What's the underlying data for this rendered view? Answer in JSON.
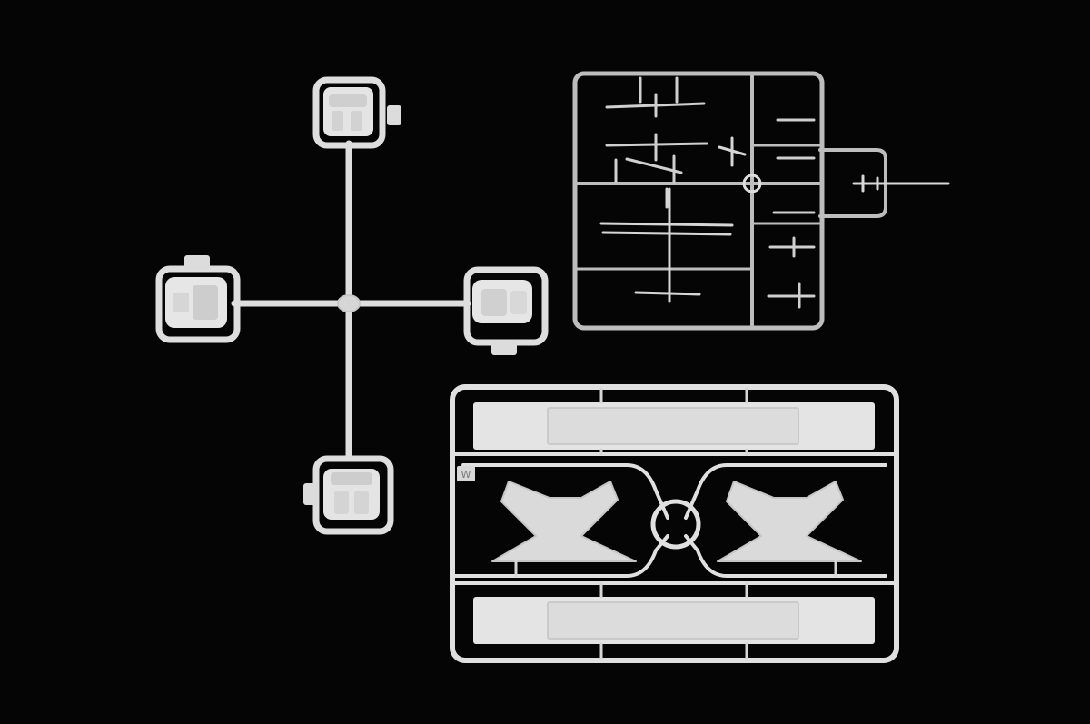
{
  "scene": {
    "background_color": "#050505",
    "white_plastic_color": "#e2e2e2",
    "white_plastic_shade": "#bdbdbd",
    "clear_plastic_color": "#c9c9c9",
    "clear_plastic_highlight": "#f2f2f2"
  },
  "sprues": {
    "white_cross": {
      "part_count": 4
    },
    "clear_aircraft": {
      "aircraft_count": 2,
      "propeller_count": 1
    },
    "white_frame": {
      "letter": "W",
      "panel_count": 2,
      "bracket_count": 2
    }
  }
}
